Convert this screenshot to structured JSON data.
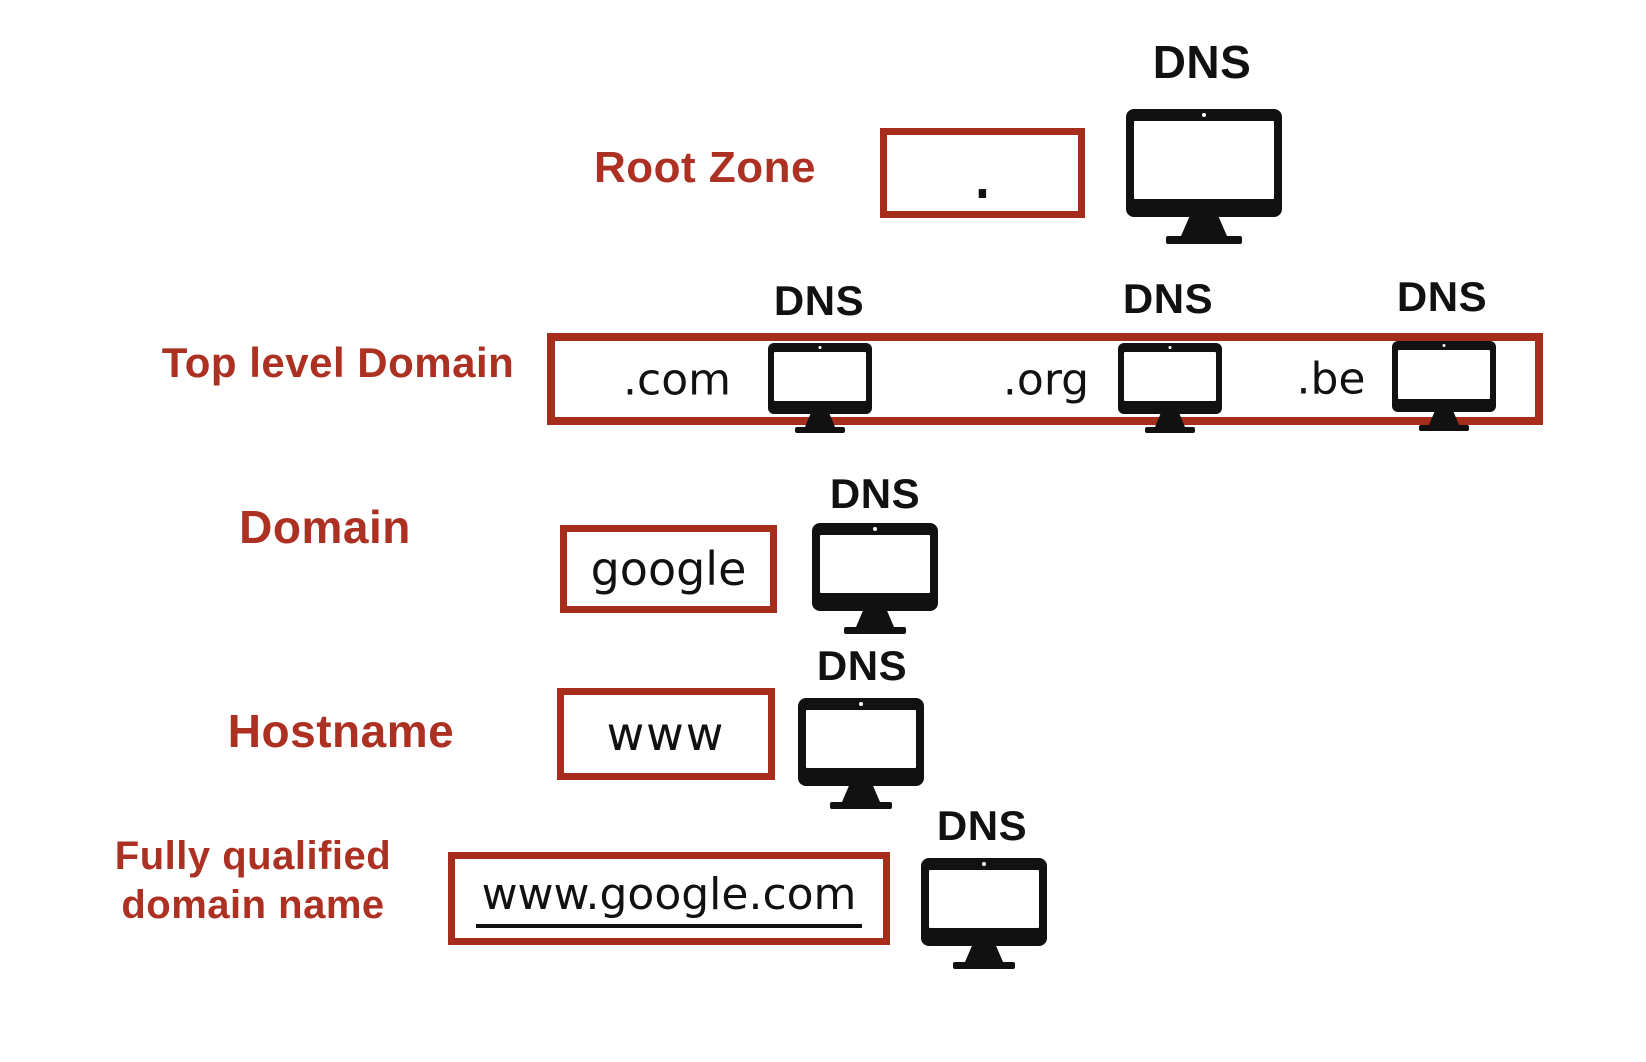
{
  "colors": {
    "label_red": "#ac3123",
    "box_border_red": "#a62c1c",
    "icon_black": "#111111",
    "background": "#ffffff"
  },
  "rows": {
    "root_zone": {
      "label": "Root Zone",
      "value": ".",
      "dns": "DNS"
    },
    "tld": {
      "label": "Top level Domain",
      "items": [
        {
          "value": ".com",
          "dns": "DNS"
        },
        {
          "value": ".org",
          "dns": "DNS"
        },
        {
          "value": ".be",
          "dns": "DNS"
        }
      ]
    },
    "domain": {
      "label": "Domain",
      "value": "google",
      "dns": "DNS"
    },
    "hostname": {
      "label": "Hostname",
      "value": "www",
      "dns": "DNS"
    },
    "fqdn": {
      "label_line1": "Fully qualified",
      "label_line2": "domain name",
      "value": "www.google.com",
      "dns": "DNS"
    }
  }
}
